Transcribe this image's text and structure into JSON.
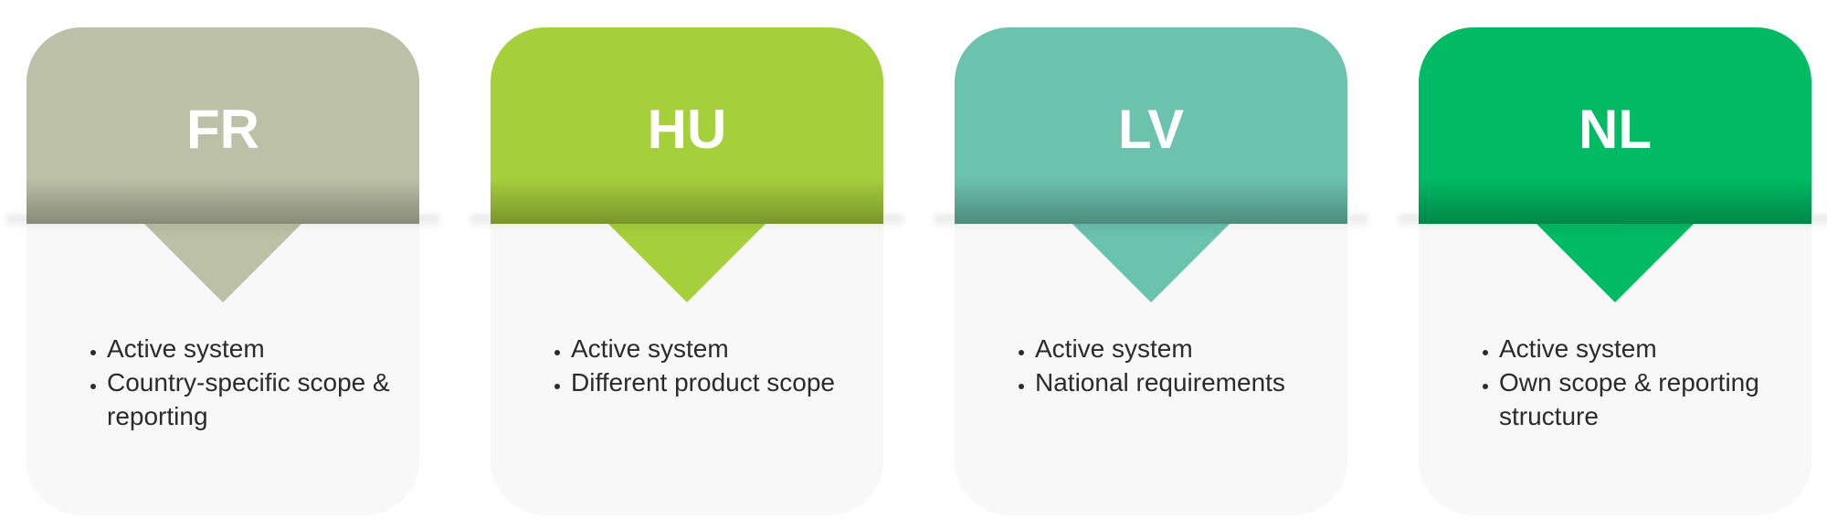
{
  "cards": [
    {
      "code": "FR",
      "color": "#bcc0a6",
      "dark": "#6f735c",
      "bullets": [
        "Active system",
        "Country-specific scope & reporting"
      ]
    },
    {
      "code": "HU",
      "color": "#a6cf3c",
      "dark": "#5f7a14",
      "bullets": [
        "Active system",
        "Different product scope"
      ]
    },
    {
      "code": "LV",
      "color": "#6bc2ad",
      "dark": "#2f6b5c",
      "bullets": [
        "Active system",
        "National requirements"
      ]
    },
    {
      "code": "NL",
      "color": "#00bb63",
      "dark": "#006b33",
      "bullets": [
        "Active system",
        "Own scope & reporting structure"
      ]
    }
  ]
}
